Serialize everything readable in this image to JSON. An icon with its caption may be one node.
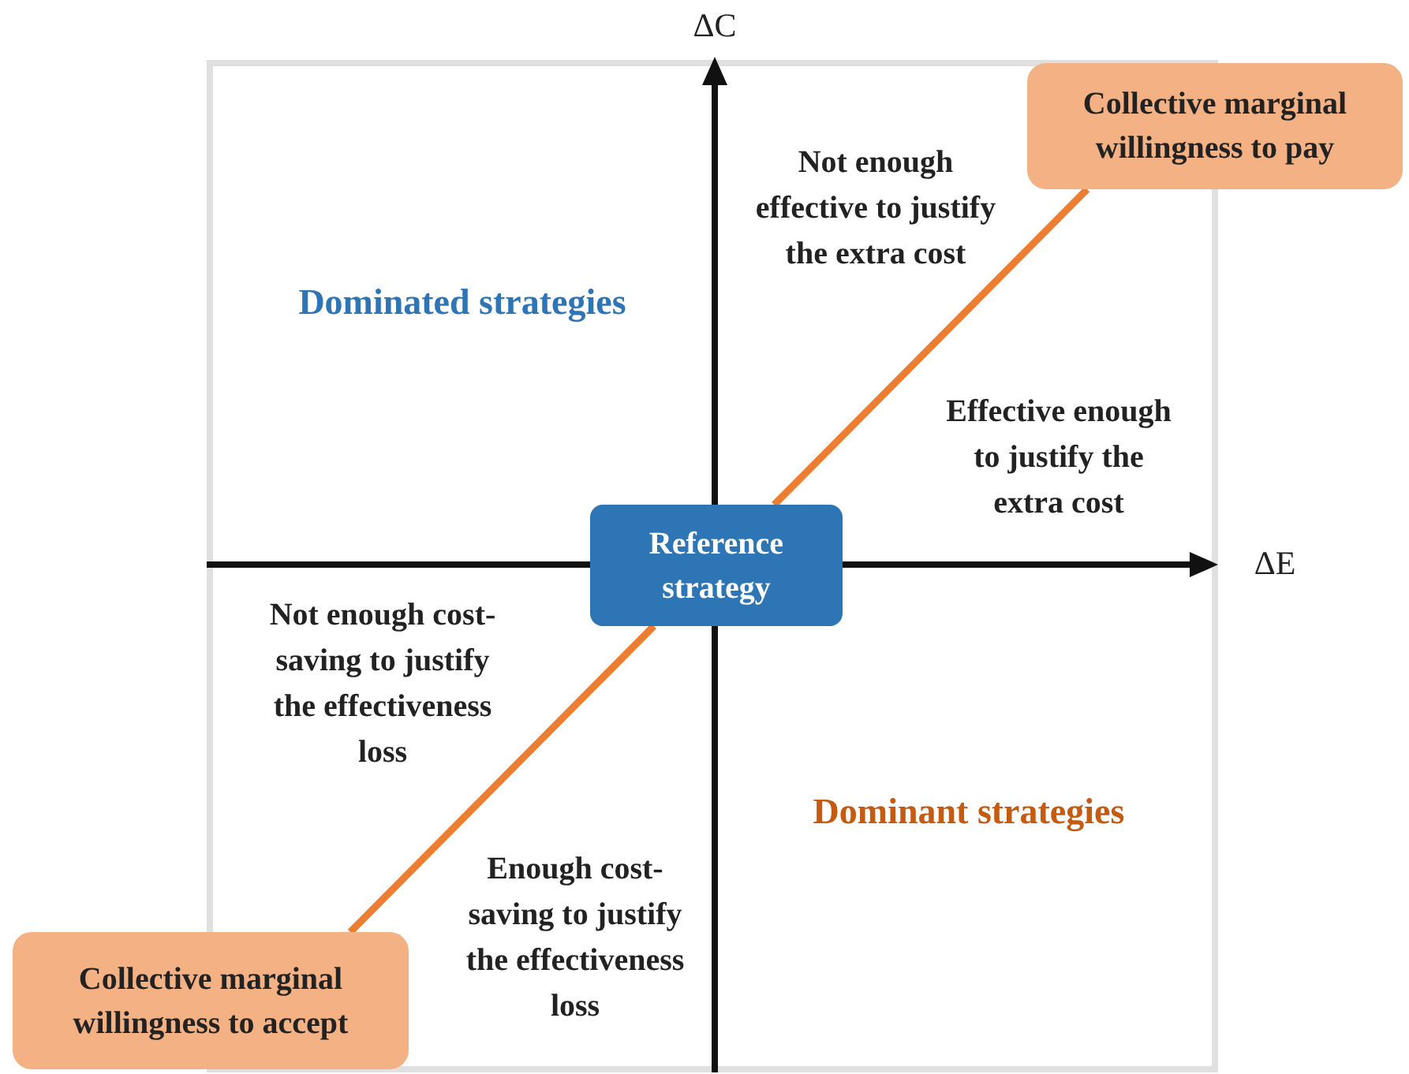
{
  "diagram": {
    "nodes": [
      {
        "text": [
          "Reference strategy"
        ]
      },
      {
        "text": [
          "Collective marginal willingness to pay"
        ]
      },
      {
        "text": [
          "Collective marginal willingness to accept"
        ]
      }
    ],
    "edges": [
      {
        "from": 2,
        "to": 0,
        "arrow": "none"
      },
      {
        "from": 0,
        "to": 1,
        "arrow": "none"
      }
    ],
    "labels": [
      "ΔC",
      "Not enough effective to justify the extra cost",
      "Dominated strategies",
      "Effective enough to justify the extra cost",
      "ΔE",
      "Not enough cost-saving to justify the effectiveness loss",
      "Dominant strategies",
      "Enough cost-saving to justify the effectiveness loss"
    ]
  }
}
